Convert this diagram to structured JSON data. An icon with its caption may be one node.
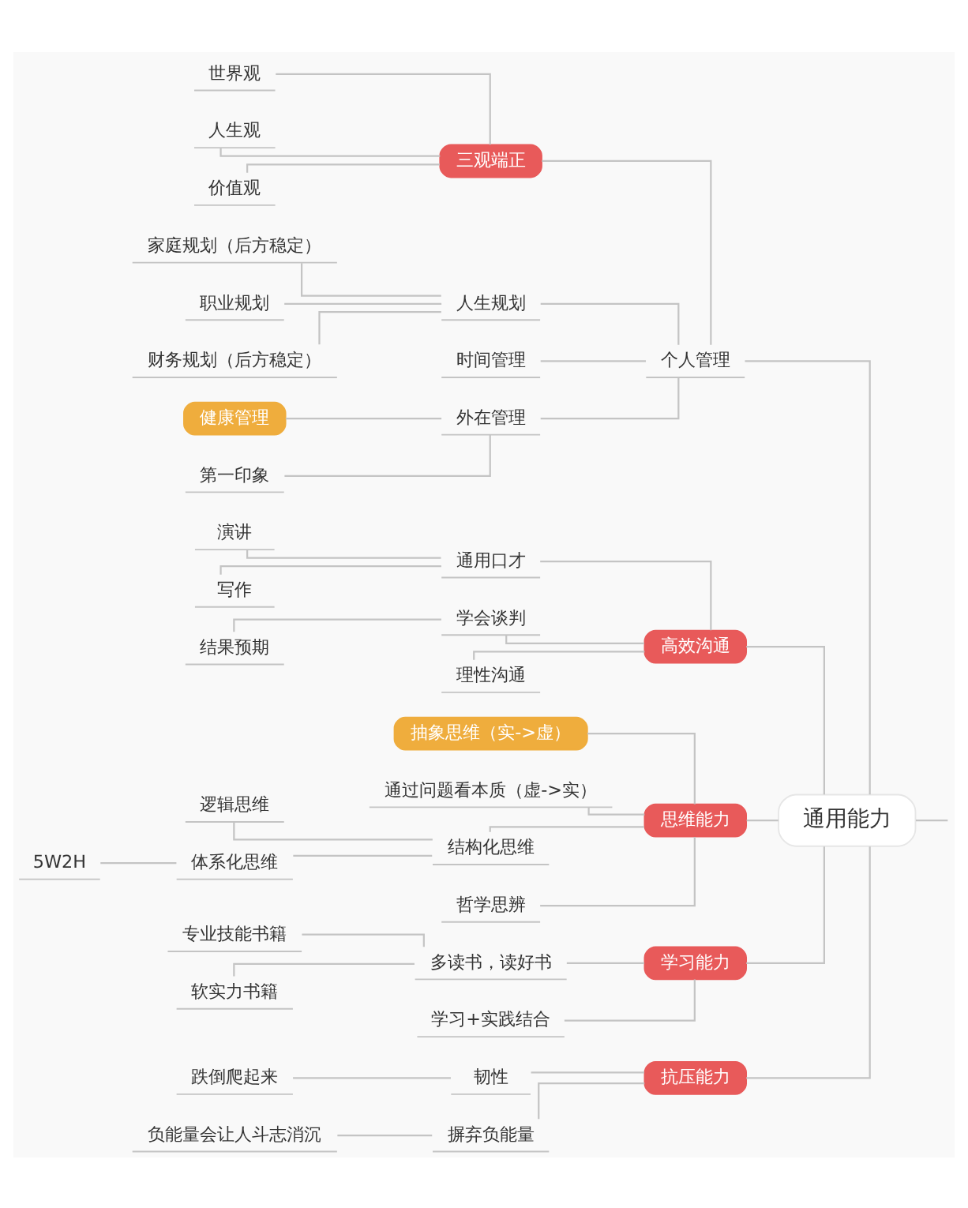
{
  "diagram": {
    "nodes": [
      {
        "text": [
          "通用能力"
        ]
      },
      {
        "text": [
          "个人管理"
        ]
      },
      {
        "text": [
          "三观端正"
        ]
      },
      {
        "text": [
          "世界观"
        ]
      },
      {
        "text": [
          "人生观"
        ]
      },
      {
        "text": [
          "价值观"
        ]
      },
      {
        "text": [
          "人生规划"
        ]
      },
      {
        "text": [
          "家庭规划（后方稳定）"
        ]
      },
      {
        "text": [
          "职业规划"
        ]
      },
      {
        "text": [
          "财务规划（后方稳定）"
        ]
      },
      {
        "text": [
          "时间管理"
        ]
      },
      {
        "text": [
          "外在管理"
        ]
      },
      {
        "text": [
          "健康管理"
        ]
      },
      {
        "text": [
          "第一印象"
        ]
      },
      {
        "text": [
          "高效沟通"
        ]
      },
      {
        "text": [
          "通用口才"
        ]
      },
      {
        "text": [
          "演讲"
        ]
      },
      {
        "text": [
          "写作"
        ]
      },
      {
        "text": [
          "学会谈判"
        ]
      },
      {
        "text": [
          "结果预期"
        ]
      },
      {
        "text": [
          "理性沟通"
        ]
      },
      {
        "text": [
          "思维能力"
        ]
      },
      {
        "text": [
          "抽象思维（实->虚）"
        ]
      },
      {
        "text": [
          "通过问题看本质（虚->实）"
        ]
      },
      {
        "text": [
          "结构化思维"
        ]
      },
      {
        "text": [
          "逻辑思维"
        ]
      },
      {
        "text": [
          "体系化思维"
        ]
      },
      {
        "text": [
          "5W2H"
        ]
      },
      {
        "text": [
          "哲学思辨"
        ]
      },
      {
        "text": [
          "学习能力"
        ]
      },
      {
        "text": [
          "多读书，读好书"
        ]
      },
      {
        "text": [
          "专业技能书籍"
        ]
      },
      {
        "text": [
          "软实力书籍"
        ]
      },
      {
        "text": [
          "学习+实践结合"
        ]
      },
      {
        "text": [
          "抗压能力"
        ]
      },
      {
        "text": [
          "韧性"
        ]
      },
      {
        "text": [
          "跌倒爬起来"
        ]
      },
      {
        "text": [
          "摒弃负能量"
        ]
      },
      {
        "text": [
          "负能量会让人斗志消沉"
        ]
      }
    ],
    "edges": [
      {
        "from": null,
        "to": 0,
        "arrow": "none"
      },
      {
        "from": 0,
        "to": 1,
        "arrow": "none"
      },
      {
        "from": 1,
        "to": 2,
        "arrow": "none"
      },
      {
        "from": 2,
        "to": 3,
        "arrow": "none"
      },
      {
        "from": 2,
        "to": 4,
        "arrow": "none"
      },
      {
        "from": 2,
        "to": 5,
        "arrow": "none"
      },
      {
        "from": 1,
        "to": 6,
        "arrow": "none"
      },
      {
        "from": 6,
        "to": 7,
        "arrow": "none"
      },
      {
        "from": 6,
        "to": 8,
        "arrow": "none"
      },
      {
        "from": 6,
        "to": 9,
        "arrow": "none"
      },
      {
        "from": 1,
        "to": 10,
        "arrow": "none"
      },
      {
        "from": 1,
        "to": 11,
        "arrow": "none"
      },
      {
        "from": 11,
        "to": 12,
        "arrow": "none"
      },
      {
        "from": 11,
        "to": 13,
        "arrow": "none"
      },
      {
        "from": 0,
        "to": 14,
        "arrow": "none"
      },
      {
        "from": 14,
        "to": 15,
        "arrow": "none"
      },
      {
        "from": 15,
        "to": 16,
        "arrow": "none"
      },
      {
        "from": 15,
        "to": 17,
        "arrow": "none"
      },
      {
        "from": 14,
        "to": 18,
        "arrow": "none"
      },
      {
        "from": 18,
        "to": 19,
        "arrow": "none"
      },
      {
        "from": 14,
        "to": 20,
        "arrow": "none"
      },
      {
        "from": 0,
        "to": 21,
        "arrow": "none"
      },
      {
        "from": 21,
        "to": 22,
        "arrow": "none"
      },
      {
        "from": 21,
        "to": 23,
        "arrow": "none"
      },
      {
        "from": 21,
        "to": 24,
        "arrow": "none"
      },
      {
        "from": 24,
        "to": 25,
        "arrow": "none"
      },
      {
        "from": 24,
        "to": 26,
        "arrow": "none"
      },
      {
        "from": 26,
        "to": 27,
        "arrow": "none"
      },
      {
        "from": 21,
        "to": 28,
        "arrow": "none"
      },
      {
        "from": 0,
        "to": 29,
        "arrow": "none"
      },
      {
        "from": 29,
        "to": 30,
        "arrow": "none"
      },
      {
        "from": 30,
        "to": 31,
        "arrow": "none"
      },
      {
        "from": 30,
        "to": 32,
        "arrow": "none"
      },
      {
        "from": 29,
        "to": 33,
        "arrow": "none"
      },
      {
        "from": 0,
        "to": 34,
        "arrow": "none"
      },
      {
        "from": 34,
        "to": 35,
        "arrow": "none"
      },
      {
        "from": 35,
        "to": 36,
        "arrow": "none"
      },
      {
        "from": 34,
        "to": 37,
        "arrow": "none"
      },
      {
        "from": 37,
        "to": 38,
        "arrow": "none"
      }
    ]
  }
}
